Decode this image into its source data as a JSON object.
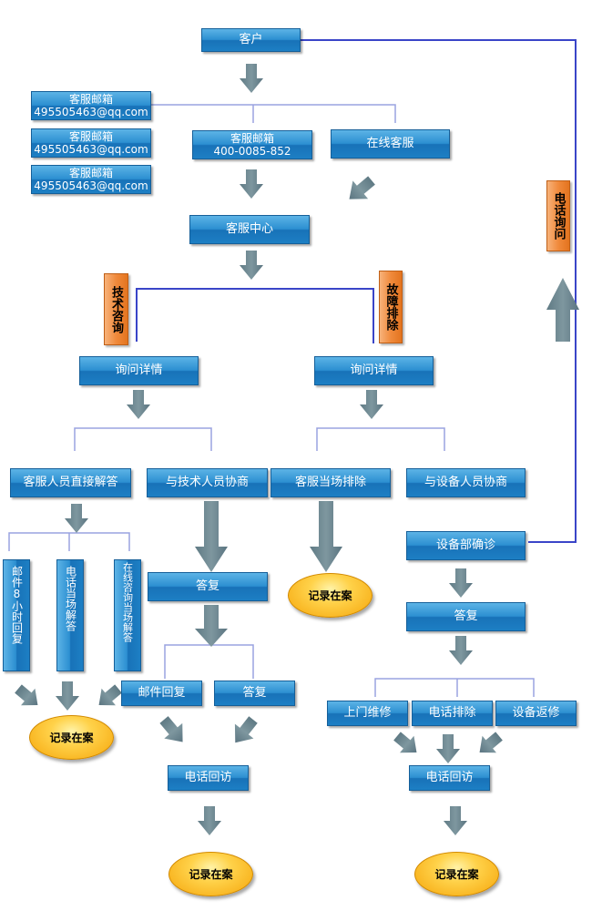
{
  "customer": "客户",
  "email_boxes": [
    {
      "title": "客服邮箱",
      "address": "495505463@qq.com"
    },
    {
      "title": "客服邮箱",
      "address": "495505463@qq.com"
    },
    {
      "title": "客服邮箱",
      "address": "495505463@qq.com"
    }
  ],
  "hotline": {
    "title": "客服邮箱",
    "number": "400-0085-852"
  },
  "online_service": "在线客服",
  "service_center": "客服中心",
  "phone_inquiry": "电话询问",
  "tech_consult": "技术咨询",
  "fault_removal": "故障排除",
  "detail_left": "询问详情",
  "detail_right": "询问详情",
  "staff_direct": "客服人员直接解答",
  "tech_negotiate": "与技术人员协商",
  "staff_onsite": "客服当场排除",
  "equip_negotiate": "与设备人员协商",
  "equip_diagnose": "设备部确诊",
  "reply_email_8h": "邮件8小时回复",
  "reply_phone": "电话当场解答",
  "reply_online": "在线咨询当场解答",
  "reply_mid": "答复",
  "reply_right": "答复",
  "email_reply": "邮件回复",
  "reply_sub": "答复",
  "door_repair": "上门维修",
  "phone_fix": "电话排除",
  "equip_return": "设备返修",
  "callback_mid": "电话回访",
  "callback_right": "电话回访",
  "record_1": "记录在案",
  "record_2": "记录在案",
  "record_3": "记录在案",
  "record_4": "记录在案"
}
